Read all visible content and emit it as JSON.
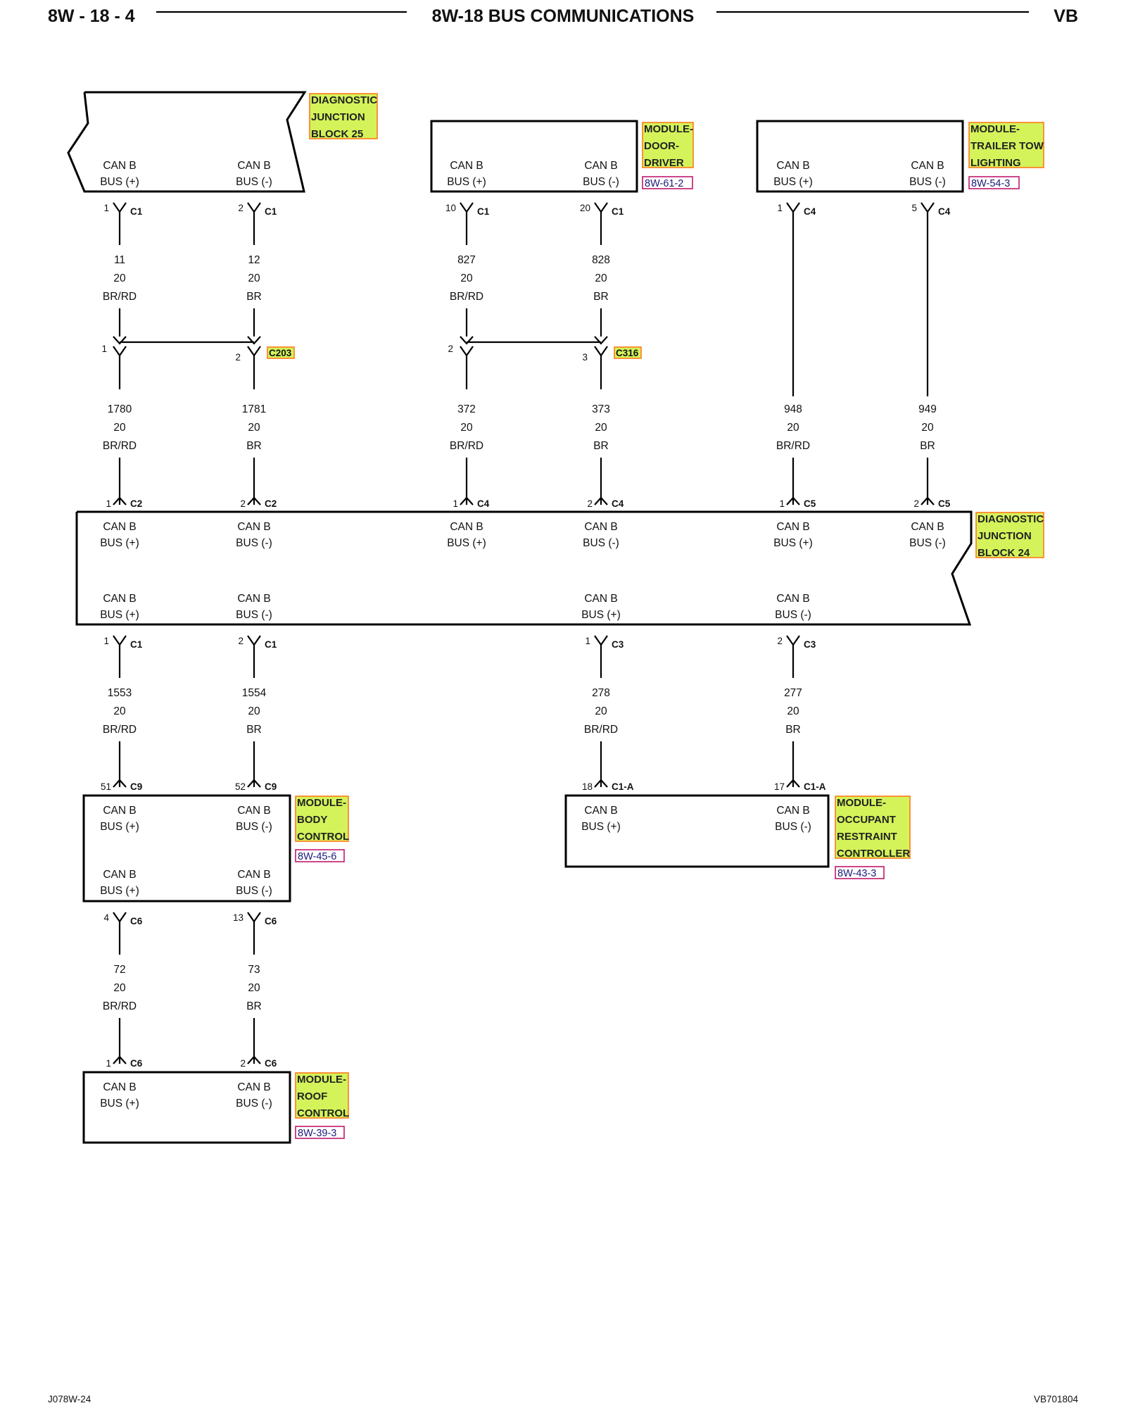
{
  "header": {
    "page_code": "8W - 18 - 4",
    "title": "8W-18 BUS COMMUNICATIONS",
    "model": "VB"
  },
  "footer": {
    "left": "J078W-24",
    "right": "VB701804"
  },
  "colors": {
    "tag_fill": "#d4f35a",
    "tag_border": "#ff7a1a",
    "ref_border": "#c0186e",
    "line": "#000000"
  },
  "labels": {
    "can_b": "CAN B",
    "bus_pos": "BUS (+)",
    "bus_neg": "BUS (-)"
  },
  "components": {
    "djb25": {
      "lines": [
        "DIAGNOSTIC",
        "JUNCTION",
        "BLOCK 25"
      ]
    },
    "door": {
      "lines": [
        "MODULE-",
        "DOOR-",
        "DRIVER"
      ],
      "ref": "8W-61-2"
    },
    "trailer": {
      "lines": [
        "MODULE-",
        "TRAILER TOW",
        "LIGHTING"
      ],
      "ref": "8W-54-3"
    },
    "djb24": {
      "lines": [
        "DIAGNOSTIC",
        "JUNCTION",
        "BLOCK 24"
      ]
    },
    "body": {
      "lines": [
        "MODULE-",
        "BODY",
        "CONTROL"
      ],
      "ref": "8W-45-6"
    },
    "occupant": {
      "lines": [
        "MODULE-",
        "OCCUPANT",
        "RESTRAINT",
        "CONTROLLER"
      ],
      "ref": "8W-43-3"
    },
    "roof": {
      "lines": [
        "MODULE-",
        "ROOF",
        "CONTROL"
      ],
      "ref": "8W-39-3"
    }
  },
  "inline_connectors": {
    "c203": "C203",
    "c316": "C316"
  },
  "connectors": {
    "djb25_a": {
      "pin": "1",
      "name": "C1"
    },
    "djb25_b": {
      "pin": "2",
      "name": "C1"
    },
    "door_a": {
      "pin": "10",
      "name": "C1"
    },
    "door_b": {
      "pin": "20",
      "name": "C1"
    },
    "tr_a": {
      "pin": "1",
      "name": "C4"
    },
    "tr_b": {
      "pin": "5",
      "name": "C4"
    },
    "c203_a": {
      "pin": "1"
    },
    "c203_b": {
      "pin": "2"
    },
    "c316_a": {
      "pin": "2"
    },
    "c316_b": {
      "pin": "3"
    },
    "j24_1": {
      "pin": "1",
      "name": "C2"
    },
    "j24_2": {
      "pin": "2",
      "name": "C2"
    },
    "j24_3": {
      "pin": "1",
      "name": "C4"
    },
    "j24_4": {
      "pin": "2",
      "name": "C4"
    },
    "j24_5": {
      "pin": "1",
      "name": "C5"
    },
    "j24_6": {
      "pin": "2",
      "name": "C5"
    },
    "j24b_1": {
      "pin": "1",
      "name": "C1"
    },
    "j24b_2": {
      "pin": "2",
      "name": "C1"
    },
    "j24b_3": {
      "pin": "1",
      "name": "C3"
    },
    "j24b_4": {
      "pin": "2",
      "name": "C3"
    },
    "bcm_a": {
      "pin": "51",
      "name": "C9"
    },
    "bcm_b": {
      "pin": "52",
      "name": "C9"
    },
    "orc_a": {
      "pin": "18",
      "name": "C1-A"
    },
    "orc_b": {
      "pin": "17",
      "name": "C1-A"
    },
    "bcm2_a": {
      "pin": "4",
      "name": "C6"
    },
    "bcm2_b": {
      "pin": "13",
      "name": "C6"
    },
    "roof_a": {
      "pin": "1",
      "name": "C6"
    },
    "roof_b": {
      "pin": "2",
      "name": "C6"
    }
  },
  "wires": {
    "w11": {
      "circuit": "11",
      "gauge": "20",
      "color": "BR/RD"
    },
    "w12": {
      "circuit": "12",
      "gauge": "20",
      "color": "BR"
    },
    "w827": {
      "circuit": "827",
      "gauge": "20",
      "color": "BR/RD"
    },
    "w828": {
      "circuit": "828",
      "gauge": "20",
      "color": "BR"
    },
    "w1780": {
      "circuit": "1780",
      "gauge": "20",
      "color": "BR/RD"
    },
    "w1781": {
      "circuit": "1781",
      "gauge": "20",
      "color": "BR"
    },
    "w372": {
      "circuit": "372",
      "gauge": "20",
      "color": "BR/RD"
    },
    "w373": {
      "circuit": "373",
      "gauge": "20",
      "color": "BR"
    },
    "w948": {
      "circuit": "948",
      "gauge": "20",
      "color": "BR/RD"
    },
    "w949": {
      "circuit": "949",
      "gauge": "20",
      "color": "BR"
    },
    "w1553": {
      "circuit": "1553",
      "gauge": "20",
      "color": "BR/RD"
    },
    "w1554": {
      "circuit": "1554",
      "gauge": "20",
      "color": "BR"
    },
    "w278": {
      "circuit": "278",
      "gauge": "20",
      "color": "BR/RD"
    },
    "w277": {
      "circuit": "277",
      "gauge": "20",
      "color": "BR"
    },
    "w72": {
      "circuit": "72",
      "gauge": "20",
      "color": "BR/RD"
    },
    "w73": {
      "circuit": "73",
      "gauge": "20",
      "color": "BR"
    }
  }
}
